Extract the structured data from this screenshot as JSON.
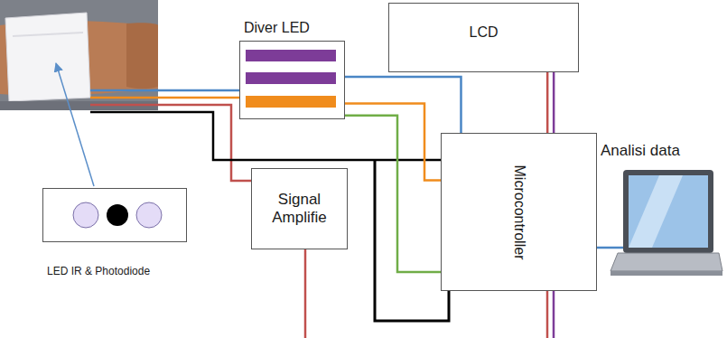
{
  "diagram": {
    "nodes": [
      {
        "text": [
          "Diver LED"
        ]
      },
      {
        "text": [
          "LCD"
        ]
      },
      {
        "text": [
          "LED IR & Photodiode"
        ]
      },
      {
        "text": [
          "Signal Amplifie"
        ]
      },
      {
        "text": [
          "Microcontroller"
        ]
      }
    ],
    "edges": [
      {
        "from": 0,
        "to": 4,
        "arrow": "none"
      },
      {
        "from": 0,
        "to": 4,
        "arrow": "none"
      },
      {
        "from": 0,
        "to": 4,
        "arrow": "none"
      },
      {
        "from": 1,
        "to": 4,
        "arrow": "none"
      },
      {
        "from": 1,
        "to": 4,
        "arrow": "none"
      }
    ],
    "labels": [
      "Analisi data"
    ]
  }
}
